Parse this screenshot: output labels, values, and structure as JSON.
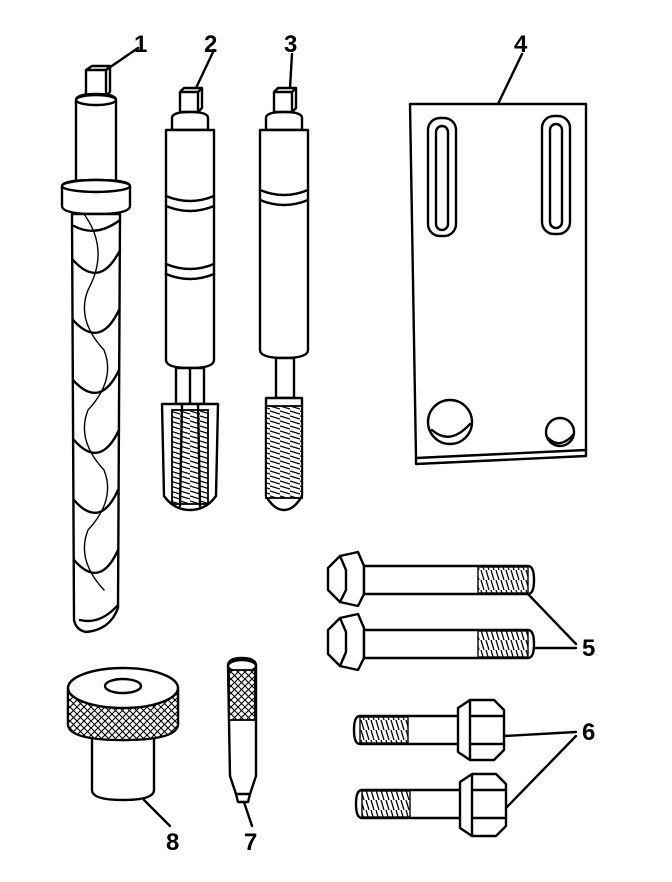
{
  "labels": {
    "item1": "1",
    "item2": "2",
    "item3": "3",
    "item4": "4",
    "item5": "5",
    "item6": "6",
    "item7": "7",
    "item8": "8"
  }
}
